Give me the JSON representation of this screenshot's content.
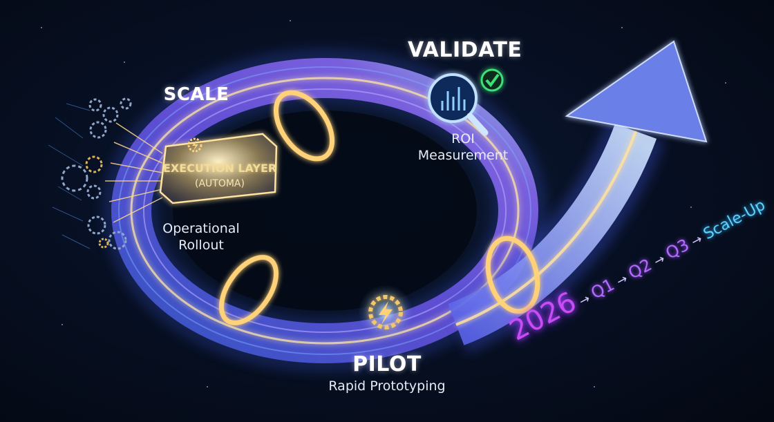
{
  "stages": {
    "validate": {
      "title": "VALIDATE",
      "subtitle_line1": "ROI",
      "subtitle_line2": "Measurement"
    },
    "scale": {
      "title": "SCALE",
      "subtitle_line1": "Operational",
      "subtitle_line2": "Rollout"
    },
    "pilot": {
      "title": "PILOT",
      "subtitle": "Rapid Prototyping"
    }
  },
  "execution_layer": {
    "title": "EXECUTION LAYER",
    "subtitle": "(AUTOMA)"
  },
  "timeline": {
    "year": "2026",
    "steps": [
      "Q1",
      "Q2",
      "Q3"
    ],
    "end": "Scale-Up",
    "arrow_glyph": "→"
  },
  "icons": [
    "gear-lightning-icon",
    "magnifier-chart-icon",
    "checkmark-icon",
    "gear-cluster-icon",
    "hexagon-panel-icon",
    "arrow-head-icon"
  ],
  "colors": {
    "background": "#050b17",
    "ribbon_blue": "#3f6fe0",
    "ribbon_purple": "#8a5cf0",
    "glow_gold": "#ffd27a",
    "check_green": "#3ee07a",
    "timeline_magenta": "#c94df5",
    "timeline_cyan": "#5fd4ff"
  }
}
